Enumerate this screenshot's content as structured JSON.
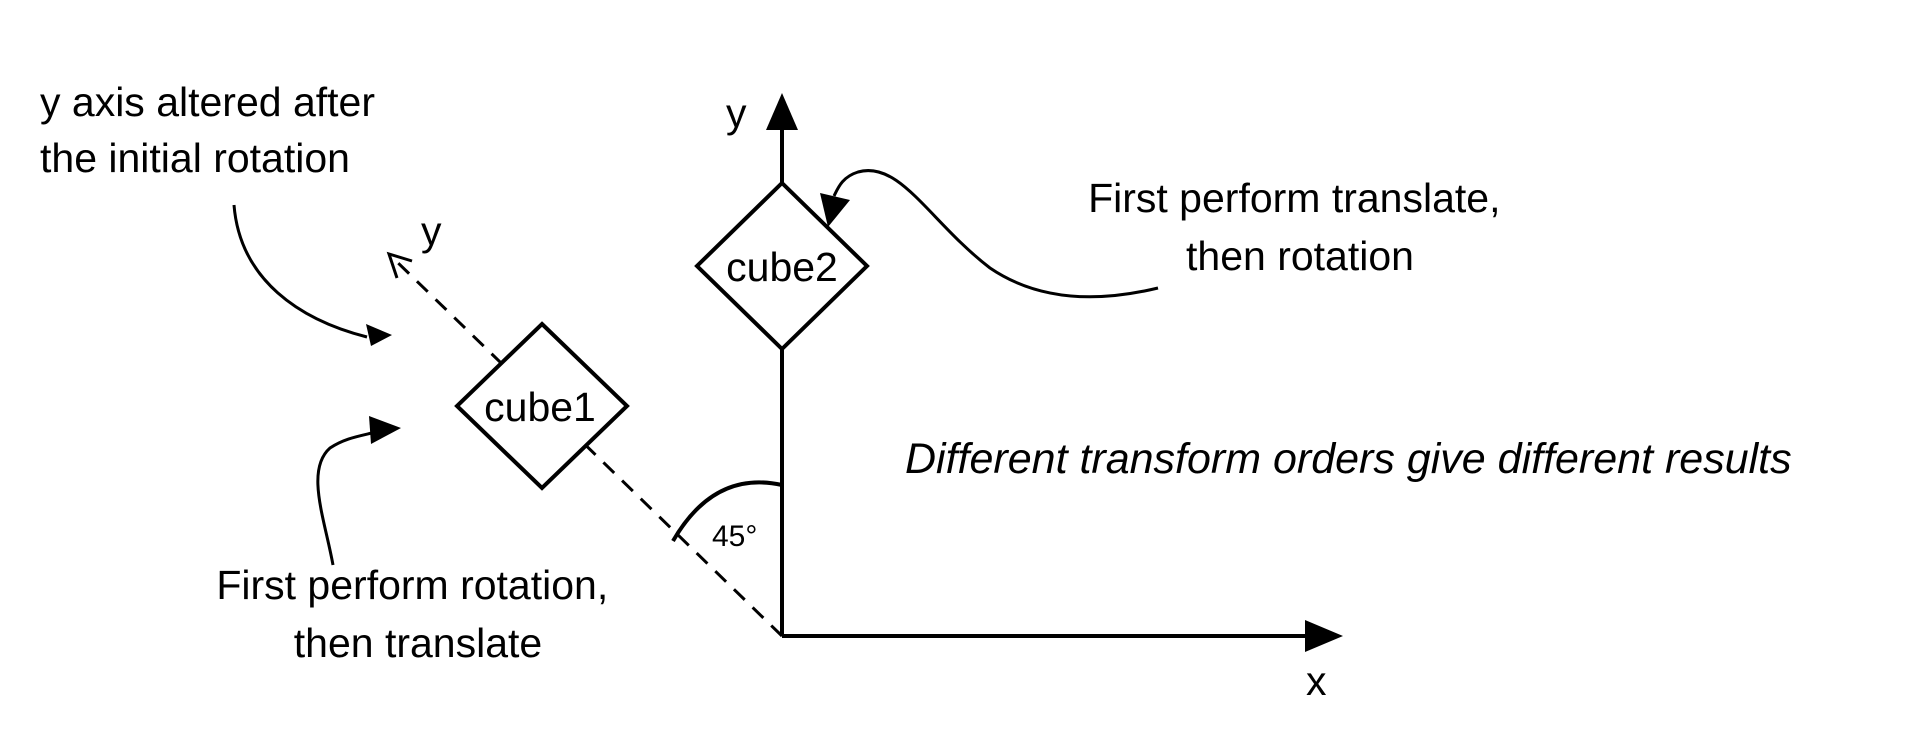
{
  "axes": {
    "x_label": "x",
    "y_label": "y",
    "rotated_y_label": "y"
  },
  "angle": {
    "label": "45°"
  },
  "shapes": {
    "cube1_label": "cube1",
    "cube2_label": "cube2"
  },
  "annotations": {
    "rotated_axis_note": [
      "y axis altered after",
      "the initial rotation"
    ],
    "translate_then_rotate": [
      "First perform translate,",
      "then rotation"
    ],
    "rotate_then_translate": [
      "First perform rotation,",
      "then translate"
    ],
    "conclusion": "Different transform orders give different results"
  },
  "colors": {
    "stroke": "#000000",
    "background": "#ffffff"
  }
}
